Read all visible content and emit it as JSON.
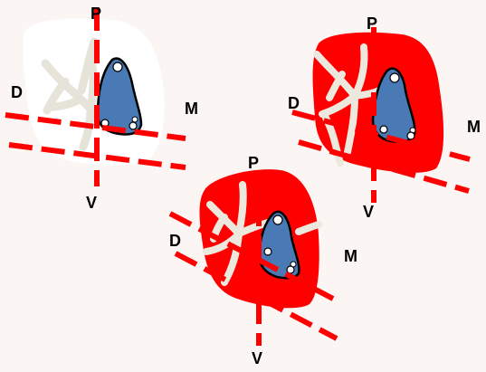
{
  "labels": {
    "proximal": "P",
    "distal": "D",
    "medial": "M",
    "ventral": "V"
  },
  "colors": {
    "background": "#fbf6f3",
    "white_section": "#ffffff",
    "red_fill": "#ff0000",
    "vessel": "#eae7dc",
    "nerve_blue": "#4a7ab5",
    "dashed_line": "#ff0000",
    "outline": "#000000"
  },
  "panels": [
    {
      "id": "left",
      "fill": "white"
    },
    {
      "id": "right",
      "fill": "red"
    },
    {
      "id": "bottom",
      "fill": "red"
    }
  ]
}
